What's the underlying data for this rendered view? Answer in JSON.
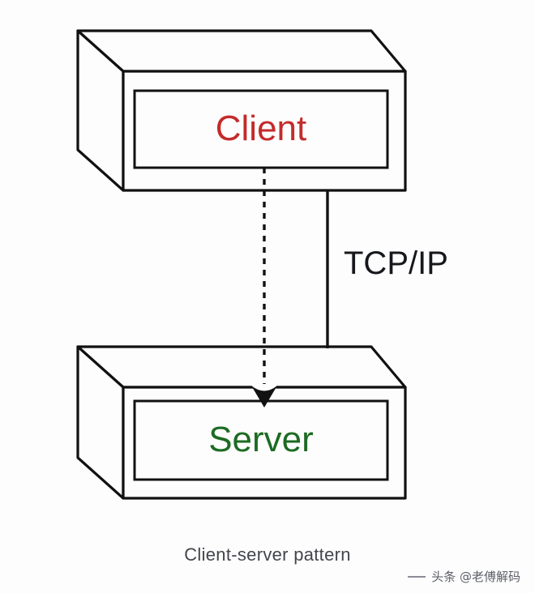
{
  "diagram": {
    "title": "Client-server pattern",
    "nodes": [
      {
        "id": "client",
        "label": "Client",
        "color": "#c42b2b",
        "shape": "isometric-box"
      },
      {
        "id": "server",
        "label": "Server",
        "color": "#1d6b23",
        "shape": "isometric-box"
      }
    ],
    "connectors": [
      {
        "id": "request-flow",
        "label": "",
        "style": "dashed",
        "arrow": "filled-triangle",
        "from": "client",
        "to": "server",
        "color": "#111111"
      },
      {
        "id": "network-link",
        "label": "TCP/IP",
        "style": "solid",
        "arrow": "none",
        "from": "client",
        "to": "server",
        "color": "#111111"
      }
    ],
    "caption": "Client-server pattern",
    "stroke_color": "#111111",
    "background_color": "#fdfdfd"
  },
  "watermark": {
    "text": "头条 @老傅解码"
  }
}
